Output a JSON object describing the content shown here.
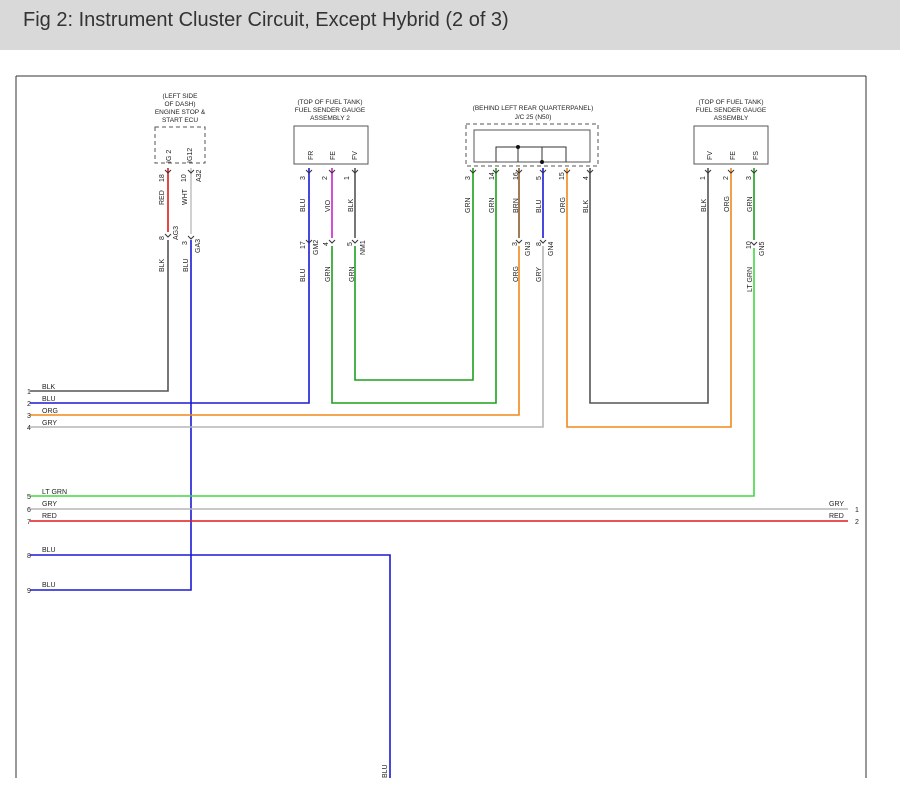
{
  "header": {
    "title": "Fig 2: Instrument Cluster Circuit, Except Hybrid (2 of 3)"
  },
  "colors": {
    "BLK": "#555555",
    "BLU": "#1a1ad6",
    "ORG": "#f0891a",
    "GRY": "#b5b5b5",
    "GRN": "#1da01d",
    "LT GRN": "#44d644",
    "RED": "#e01b1b",
    "WHT": "#c4c4c4",
    "VIO": "#cc22cc",
    "BRN": "#8a5a2a"
  },
  "components": {
    "ecu": {
      "l1": "(LEFT SIDE",
      "l2": "OF DASH)",
      "l3": "ENGINE STOP &",
      "l4": "START ECU",
      "pins": [
        {
          "n": "18",
          "t": "IG 2"
        },
        {
          "n": "10",
          "t": "IG12"
        }
      ],
      "wire_labels": [
        "RED",
        "WHT"
      ],
      "conn": [
        "A32"
      ],
      "splice_pins": [
        "8",
        "3"
      ],
      "splice_conn": [
        "AG3",
        "GA3"
      ],
      "lower_labels": [
        "BLK",
        "BLU"
      ]
    },
    "sender2": {
      "l1": "(TOP OF FUEL TANK)",
      "l2": "FUEL SENDER GAUGE",
      "l3": "ASSEMBLY 2",
      "pins": [
        {
          "n": "3",
          "t": "FR"
        },
        {
          "n": "2",
          "t": "FE"
        },
        {
          "n": "1",
          "t": "FV"
        }
      ],
      "wire_labels": [
        "BLU",
        "VIO",
        "BLK"
      ],
      "splice_pins": [
        "17",
        "4",
        "5"
      ],
      "splice_conn": [
        "GM2",
        "NM1"
      ],
      "lower_labels": [
        "BLU",
        "GRN",
        "GRN"
      ]
    },
    "jc": {
      "l1": "(BEHIND LEFT REAR QUARTERPANEL)",
      "l2": "J/C 25 (N50)",
      "pins": [
        "3",
        "14",
        "16",
        "5",
        "15",
        "4"
      ],
      "wire_labels": [
        "GRN",
        "GRN",
        "BRN",
        "BLU",
        "ORG",
        "BLK"
      ],
      "splice_pins": [
        "3",
        "8"
      ],
      "splice_conn": [
        "GN3",
        "GN4"
      ],
      "lower_labels": [
        "ORG",
        "GRY"
      ]
    },
    "sender1": {
      "l1": "(TOP OF FUEL TANK)",
      "l2": "FUEL SENDER GAUGE",
      "l3": "ASSEMBLY",
      "pins": [
        {
          "n": "1",
          "t": "FV"
        },
        {
          "n": "2",
          "t": "FE"
        },
        {
          "n": "3",
          "t": "FS"
        }
      ],
      "wire_labels": [
        "BLK",
        "ORG",
        "GRN"
      ],
      "splice_pins": [
        "10"
      ],
      "splice_conn": [
        "GN5"
      ],
      "lower_labels": [
        "LT GRN"
      ]
    }
  },
  "left_wires": [
    {
      "n": "1",
      "label": "BLK"
    },
    {
      "n": "2",
      "label": "BLU"
    },
    {
      "n": "3",
      "label": "ORG"
    },
    {
      "n": "4",
      "label": "GRY"
    },
    {
      "n": "5",
      "label": "LT GRN"
    },
    {
      "n": "6",
      "label": "GRY"
    },
    {
      "n": "7",
      "label": "RED"
    },
    {
      "n": "8",
      "label": "BLU"
    },
    {
      "n": "9",
      "label": "BLU"
    }
  ],
  "right_wires": [
    {
      "n": "1",
      "label": "GRY"
    },
    {
      "n": "2",
      "label": "RED"
    }
  ],
  "bottom_label": "BLU"
}
